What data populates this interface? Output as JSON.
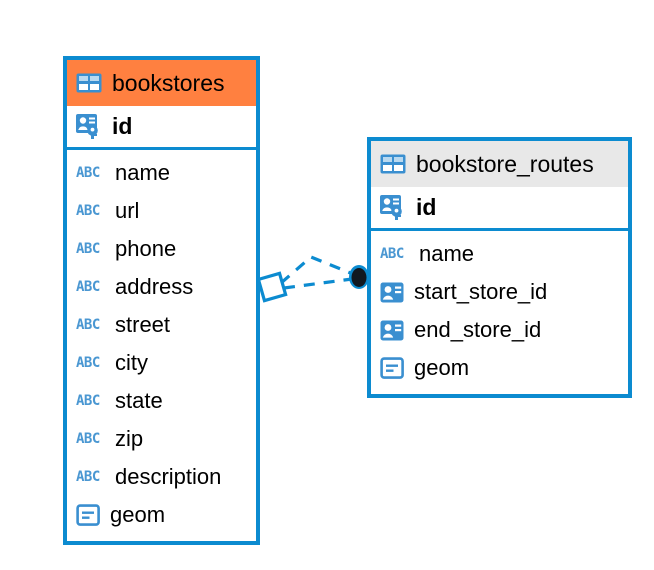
{
  "diagram": {
    "type": "entity-relationship-diagram",
    "background": "#ffffff",
    "colors": {
      "border": "#0c8bd0",
      "header_highlight": "#ff8040",
      "header_default": "#e8e8e8",
      "icon_blue": "#3a8fd0",
      "text": "#000000"
    }
  },
  "entities": [
    {
      "name": "bookstores",
      "header_style": "orange",
      "table_icon": "table-grid-icon",
      "primary_key": {
        "label": "id",
        "icon": "primary-key-icon"
      },
      "fields": [
        {
          "label": "name",
          "icon": "text-abc-icon",
          "icon_text": "ABC"
        },
        {
          "label": "url",
          "icon": "text-abc-icon",
          "icon_text": "ABC"
        },
        {
          "label": "phone",
          "icon": "text-abc-icon",
          "icon_text": "ABC"
        },
        {
          "label": "address",
          "icon": "text-abc-icon",
          "icon_text": "ABC"
        },
        {
          "label": "street",
          "icon": "text-abc-icon",
          "icon_text": "ABC"
        },
        {
          "label": "city",
          "icon": "text-abc-icon",
          "icon_text": "ABC"
        },
        {
          "label": "state",
          "icon": "text-abc-icon",
          "icon_text": "ABC"
        },
        {
          "label": "zip",
          "icon": "text-abc-icon",
          "icon_text": "ABC"
        },
        {
          "label": "description",
          "icon": "text-abc-icon",
          "icon_text": "ABC"
        },
        {
          "label": "geom",
          "icon": "geometry-icon",
          "icon_text": ""
        }
      ]
    },
    {
      "name": "bookstore_routes",
      "header_style": "gray",
      "table_icon": "table-grid-icon",
      "primary_key": {
        "label": "id",
        "icon": "primary-key-icon"
      },
      "fields": [
        {
          "label": "name",
          "icon": "text-abc-icon",
          "icon_text": "ABC"
        },
        {
          "label": "start_store_id",
          "icon": "foreign-key-icon",
          "icon_text": ""
        },
        {
          "label": "end_store_id",
          "icon": "foreign-key-icon",
          "icon_text": ""
        },
        {
          "label": "geom",
          "icon": "geometry-icon",
          "icon_text": ""
        }
      ]
    }
  ],
  "relationship": {
    "style": "dashed",
    "color": "#0c8bd0",
    "source_endpoint": "diamond-open",
    "target_endpoint": "circle-filled",
    "from": "bookstores",
    "to": "bookstore_routes"
  }
}
